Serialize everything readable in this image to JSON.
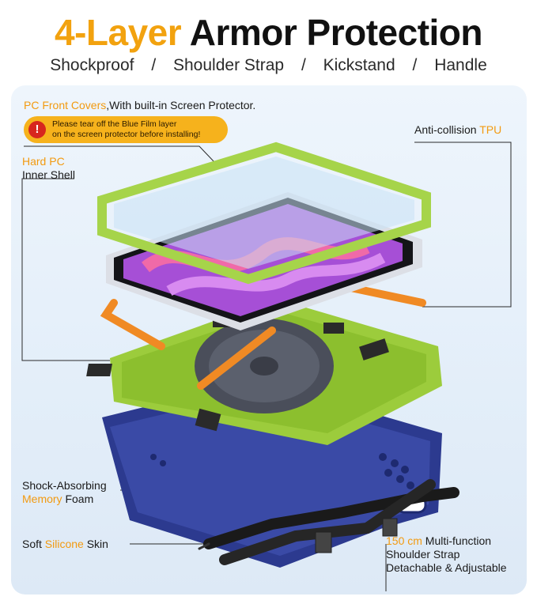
{
  "header": {
    "title_accent": "4-Layer",
    "title_main": "Armor Protection",
    "features": [
      "Shockproof",
      "/",
      "Shoulder Strap",
      "/",
      "Kickstand",
      "/",
      "Handle"
    ]
  },
  "callouts": {
    "pc_front": {
      "accent": "PC Front Covers",
      "rest": ",With built-in Screen Protector."
    },
    "warning": {
      "icon": "exclamation-icon",
      "line1": "Please tear off the Blue Film layer",
      "line2": "on the screen protector before installing!"
    },
    "tpu": {
      "prefix": "Anti-collision ",
      "accent": "TPU"
    },
    "hard_pc": {
      "accent": "Hard PC",
      "line2": "Inner Shell"
    },
    "foam": {
      "line1": "Shock-Absorbing",
      "accent": "Memory",
      "rest": " Foam"
    },
    "silicone": {
      "prefix": "Soft ",
      "accent": "Silicone",
      "rest": " Skin"
    },
    "strap": {
      "accent": "150 cm",
      "rest": " Multi-function",
      "line2": "Shoulder Strap",
      "line3": "Detachable & Adjustable"
    }
  },
  "colors": {
    "accent": "#f2a20f",
    "green": "#9ccc3c",
    "navy": "#2c3a8f",
    "orange": "#f08a24"
  }
}
